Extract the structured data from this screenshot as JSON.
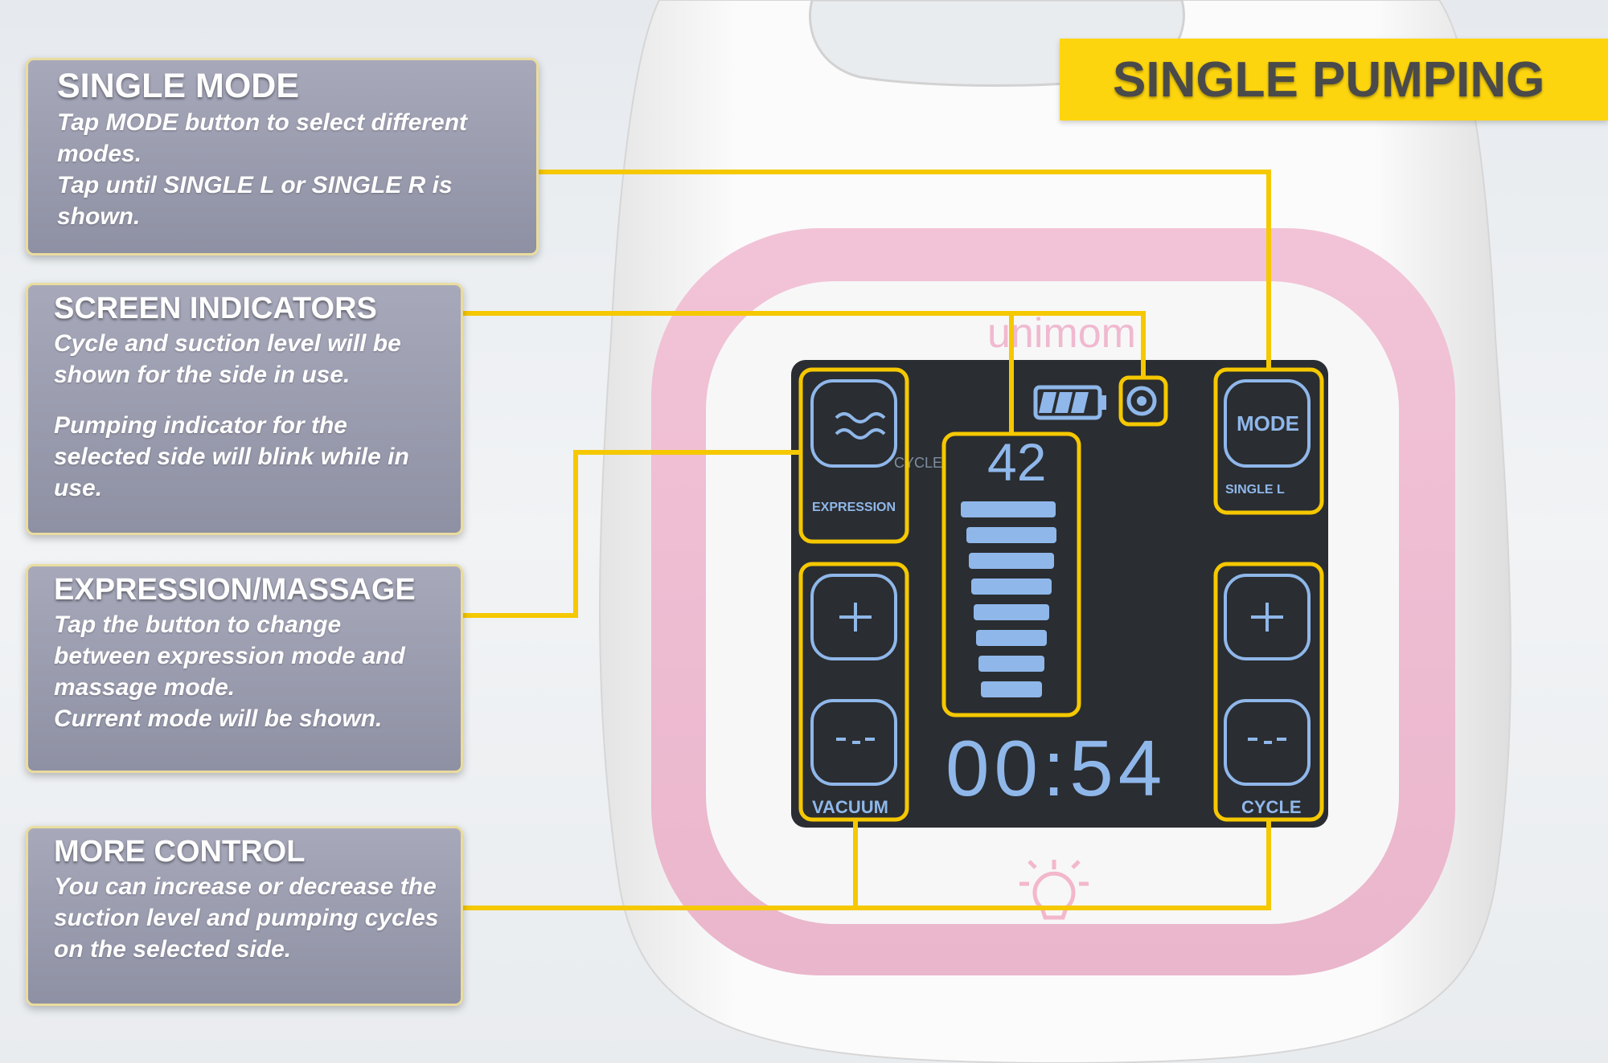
{
  "banner": {
    "title": "SINGLE PUMPING"
  },
  "callouts": [
    {
      "title": "SINGLE MODE",
      "lines": [
        "Tap MODE button to select different modes.",
        "Tap until SINGLE L or SINGLE R  is shown."
      ]
    },
    {
      "title": "SCREEN INDICATORS",
      "lines": [
        "Cycle and suction level will be shown for the side in use.",
        "Pumping indicator for the selected side will blink while in use."
      ]
    },
    {
      "title": "EXPRESSION/MASSAGE",
      "lines": [
        "Tap the button to change between expression mode and massage mode.",
        "Current mode will be shown."
      ]
    },
    {
      "title": "MORE CONTROL",
      "lines": [
        "You can increase or decrease the suction level and pumping cycles on the selected side."
      ]
    }
  ],
  "device": {
    "brand": "unimom",
    "cycle_label": "CYCLE",
    "cycle_value": "42",
    "timer": "00:54",
    "expression_label": "EXPRESSION",
    "mode_label": "MODE",
    "single_label": "SINGLE   L",
    "vacuum_label": "VACUUM",
    "cycle_button_label": "CYCLE",
    "suction_level_bars": 8,
    "battery_level": 0.75
  },
  "colors": {
    "callout_bg": "#9a9caf",
    "banner_bg": "#fdd50e",
    "connector": "#f5c800",
    "screen_bg": "#2a2d31",
    "screen_glyph": "#8fb7ea",
    "ring_pink": "#efbfd6"
  }
}
